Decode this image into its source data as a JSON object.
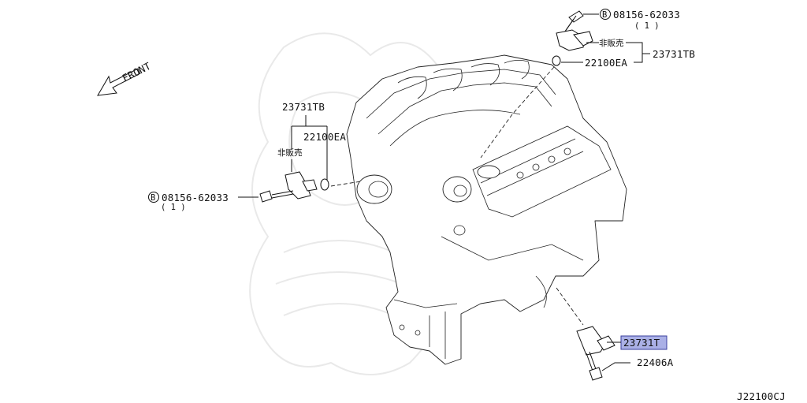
{
  "front_label": "FRONT",
  "drawing_code": "J22100CJ",
  "callouts": {
    "top_bolt": {
      "code": "08156-62033",
      "qty": "( 1 )",
      "prefix": "B"
    },
    "top_not_sold": "非販売",
    "top_gasket": "22100EA",
    "top_sensor": "23731TB",
    "left_sensor": "23731TB",
    "left_gasket": "22100EA",
    "left_not_sold": "非販売",
    "left_bolt": {
      "code": "08156-62033",
      "qty": "( 1 )",
      "prefix": "B"
    },
    "bottom_sensor": "23731T",
    "bottom_bolt": "22406A"
  },
  "colors": {
    "highlight": "#aab0e6",
    "highlight_border": "#3a3f9e"
  }
}
